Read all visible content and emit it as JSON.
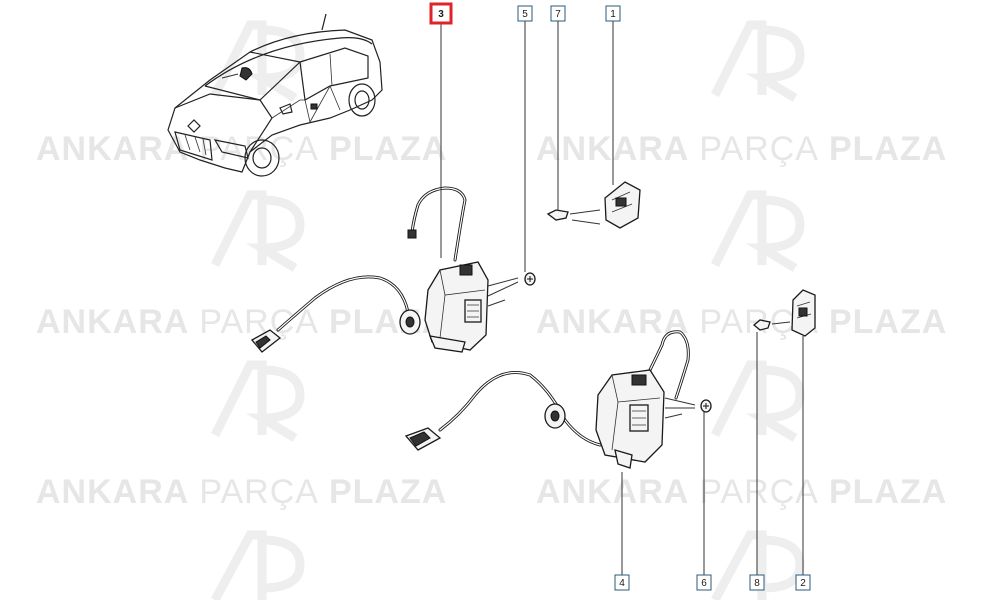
{
  "watermark": {
    "text_left": "ANKARA",
    "text_mid": "PARÇA",
    "text_right": "PLAZA"
  },
  "callouts": [
    {
      "id": "c3",
      "label": "3",
      "highlighted": true
    },
    {
      "id": "c5",
      "label": "5",
      "highlighted": false
    },
    {
      "id": "c7",
      "label": "7",
      "highlighted": false
    },
    {
      "id": "c1",
      "label": "1",
      "highlighted": false
    },
    {
      "id": "c4",
      "label": "4",
      "highlighted": false
    },
    {
      "id": "c6",
      "label": "6",
      "highlighted": false
    },
    {
      "id": "c8",
      "label": "8",
      "highlighted": false
    },
    {
      "id": "c2",
      "label": "2",
      "highlighted": false
    }
  ],
  "colors": {
    "highlight": "#e0222b",
    "box_border": "#2b5a7a",
    "watermark": "#e6e6e6"
  }
}
